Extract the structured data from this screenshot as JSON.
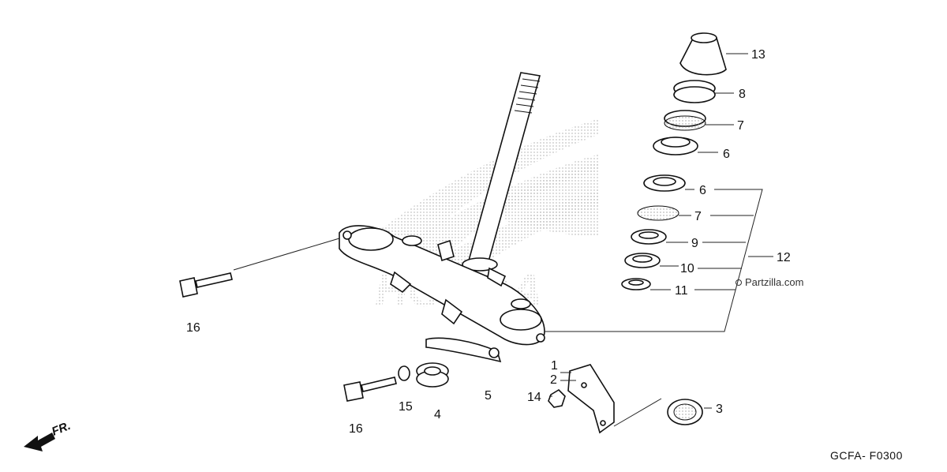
{
  "watermark": "Partzilla.com",
  "diagram_code": "GCFA- F0300",
  "front_arrow_label": "FR.",
  "brand_watermark": "HONDA",
  "callouts": {
    "c1": "1",
    "c2": "2",
    "c3": "3",
    "c4": "4",
    "c5": "5",
    "c6a": "6",
    "c6b": "6",
    "c7a": "7",
    "c7b": "7",
    "c8": "8",
    "c9": "9",
    "c10": "10",
    "c11": "11",
    "c12": "12",
    "c13": "13",
    "c14": "14",
    "c15": "15",
    "c16a": "16",
    "c16b": "16"
  }
}
